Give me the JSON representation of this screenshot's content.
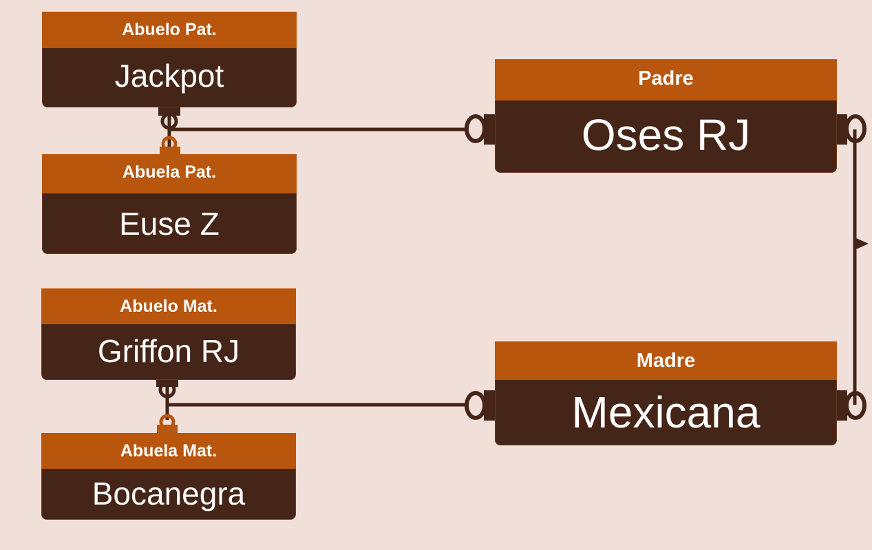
{
  "colors": {
    "background": "#f1dfd9",
    "header": "#b8560e",
    "body": "#452517",
    "connector": "#452517",
    "connector_accent": "#b8560e",
    "text": "#ffffff"
  },
  "nodes": {
    "abuelo_pat": {
      "role": "Abuelo Pat.",
      "name": "Jackpot"
    },
    "abuela_pat": {
      "role": "Abuela Pat.",
      "name": "Euse Z"
    },
    "abuelo_mat": {
      "role": "Abuelo Mat.",
      "name": "Griffon RJ"
    },
    "abuela_mat": {
      "role": "Abuela Mat.",
      "name": "Bocanegra"
    },
    "padre": {
      "role": "Padre",
      "name": "Oses RJ"
    },
    "madre": {
      "role": "Madre",
      "name": "Mexicana"
    }
  },
  "connections": [
    {
      "from": "abuelo_pat",
      "to": "abuela_pat"
    },
    {
      "from": "abuelo_mat",
      "to": "abuela_mat"
    },
    {
      "from": "padre",
      "to": "madre"
    }
  ]
}
